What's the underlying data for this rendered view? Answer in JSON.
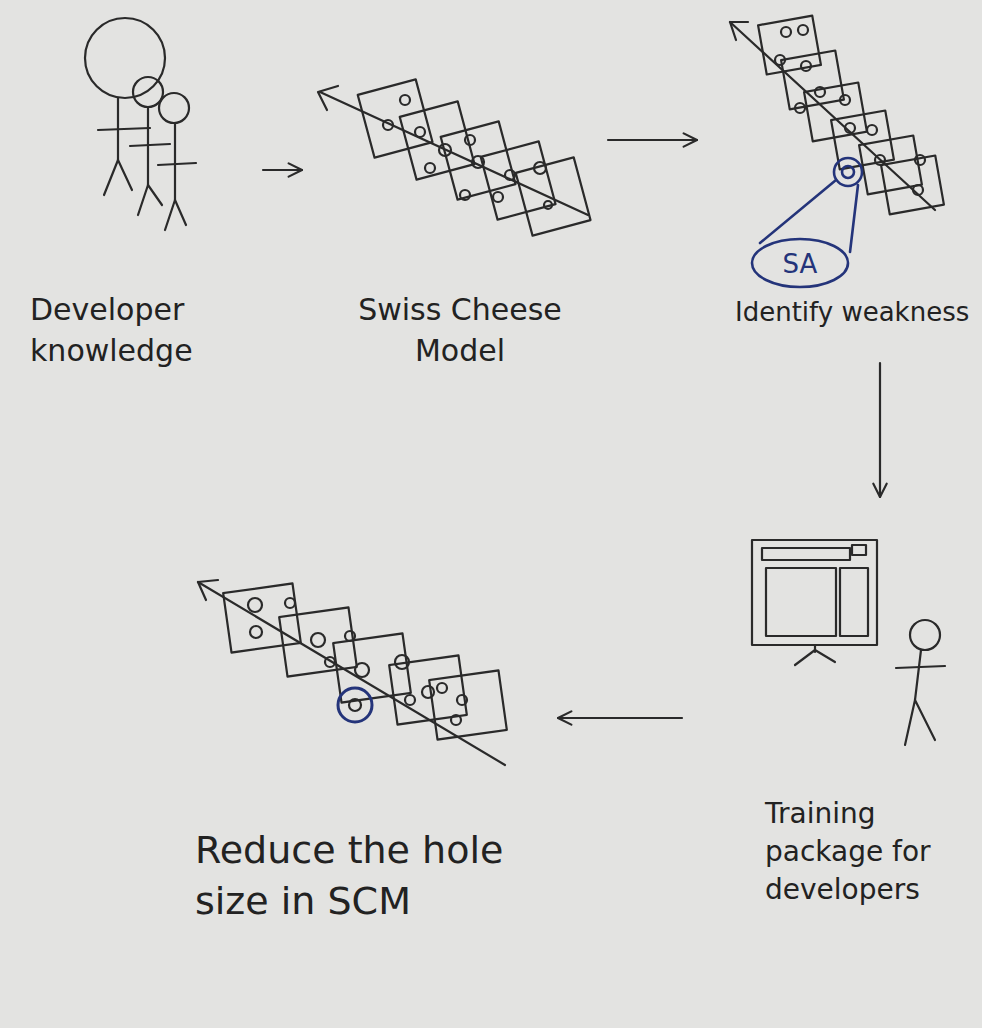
{
  "diagram": {
    "nodes": [
      {
        "text": [
          "Developer knowledge"
        ]
      },
      {
        "text": [
          "Swiss Cheese Model"
        ]
      },
      {
        "text": [
          "Identify weakness"
        ]
      },
      {
        "text": [
          "SA"
        ],
        "in": 2
      },
      {
        "text": [
          "Training package for developers"
        ]
      },
      {
        "text": [
          "Reduce the hole size in SCM"
        ]
      }
    ],
    "edges": [
      {
        "from": 0,
        "to": 1,
        "arrow": "to"
      },
      {
        "from": 1,
        "to": 2,
        "arrow": "to"
      },
      {
        "from": 2,
        "to": 4,
        "arrow": "to"
      },
      {
        "from": 4,
        "to": 5,
        "arrow": "to"
      }
    ]
  }
}
